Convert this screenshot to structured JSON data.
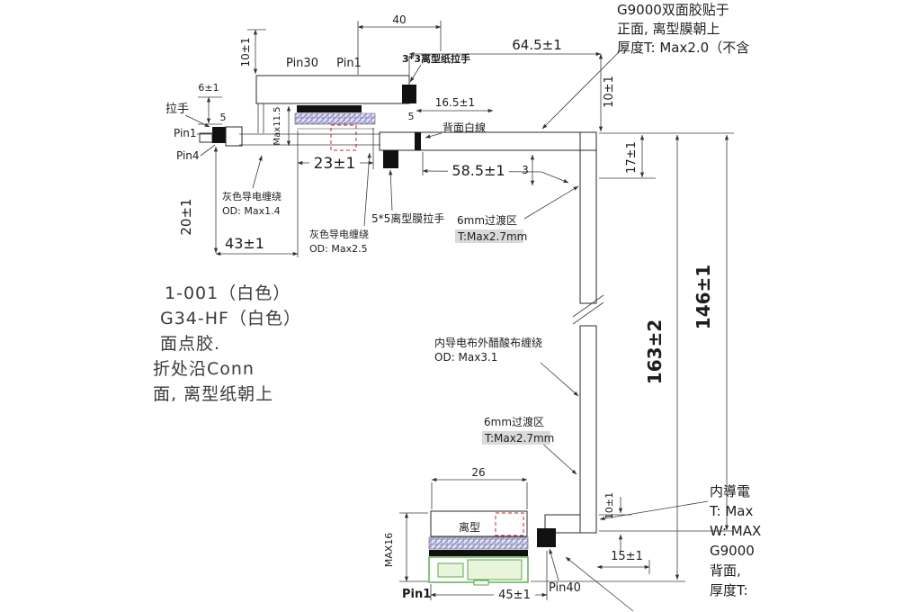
{
  "colors": {
    "cable_hatch": "#d964c8",
    "layer_hatch": "#8f8fc8",
    "stiffener_hatch": "#6ab84d",
    "highlight": "#cc2222"
  },
  "notes": {
    "top_right": [
      "G9000双面胶贴于",
      "正面, 离型膜朝上",
      "厚度T: Max2.0（不含"
    ],
    "left_block": [
      "1-001（白色）",
      "G34-HF（白色）",
      "面点胶.",
      "折处沿Conn",
      "面, 离型纸朝上"
    ],
    "bottom_right": [
      "内導電",
      "T: Max",
      "W: MAX",
      "G9000",
      "背面,",
      "厚度T:"
    ]
  },
  "labels": {
    "pull_tab": "拉手",
    "pin30": "Pin30",
    "pin1_top": "Pin1",
    "tab_3x3": "3*3离型纸拉手",
    "pin1_left": "Pin1",
    "pin4_left": "Pin4",
    "back_white_line": "背面白線",
    "gray_wrap1_l1": "灰色导电缠绕",
    "gray_wrap1_l2": "OD: Max1.4",
    "gray_wrap2_l1": "灰色导电缠绕",
    "gray_wrap2_l2": "OD: Max2.5",
    "tab_5x5": "5*5离型膜拉手",
    "trans1_l1": "6mm过渡区",
    "trans1_l2": "T:Max2.7mm",
    "wrap_inner_l1": "内导电布外醋酸布缠绕",
    "wrap_inner_l2": "OD: Max3.1",
    "trans2_l1": "6mm过渡区",
    "trans2_l2": "T:Max2.7mm",
    "release_mark": "离型",
    "pin1_bottom": "Pin1",
    "pin40_bottom": "Pin40"
  },
  "dims": {
    "w40": "40",
    "h10_tl": "10±1",
    "w64": "64.5±1",
    "h10_tr": "10±1",
    "h6": "6±1",
    "w5_l": "5",
    "max115": "Max11.5",
    "w165": "16.5±1",
    "w5_m": "5",
    "w23": "23±1",
    "w585": "58.5±1",
    "h3": "3",
    "h17": "17±1",
    "h20": "20±1",
    "w43": "43±1",
    "h146": "146±1",
    "h163": "163±2",
    "w26": "26",
    "max16": "MAX16",
    "w45": "45±1",
    "w15": "15±1",
    "h10_b": "10±1"
  }
}
